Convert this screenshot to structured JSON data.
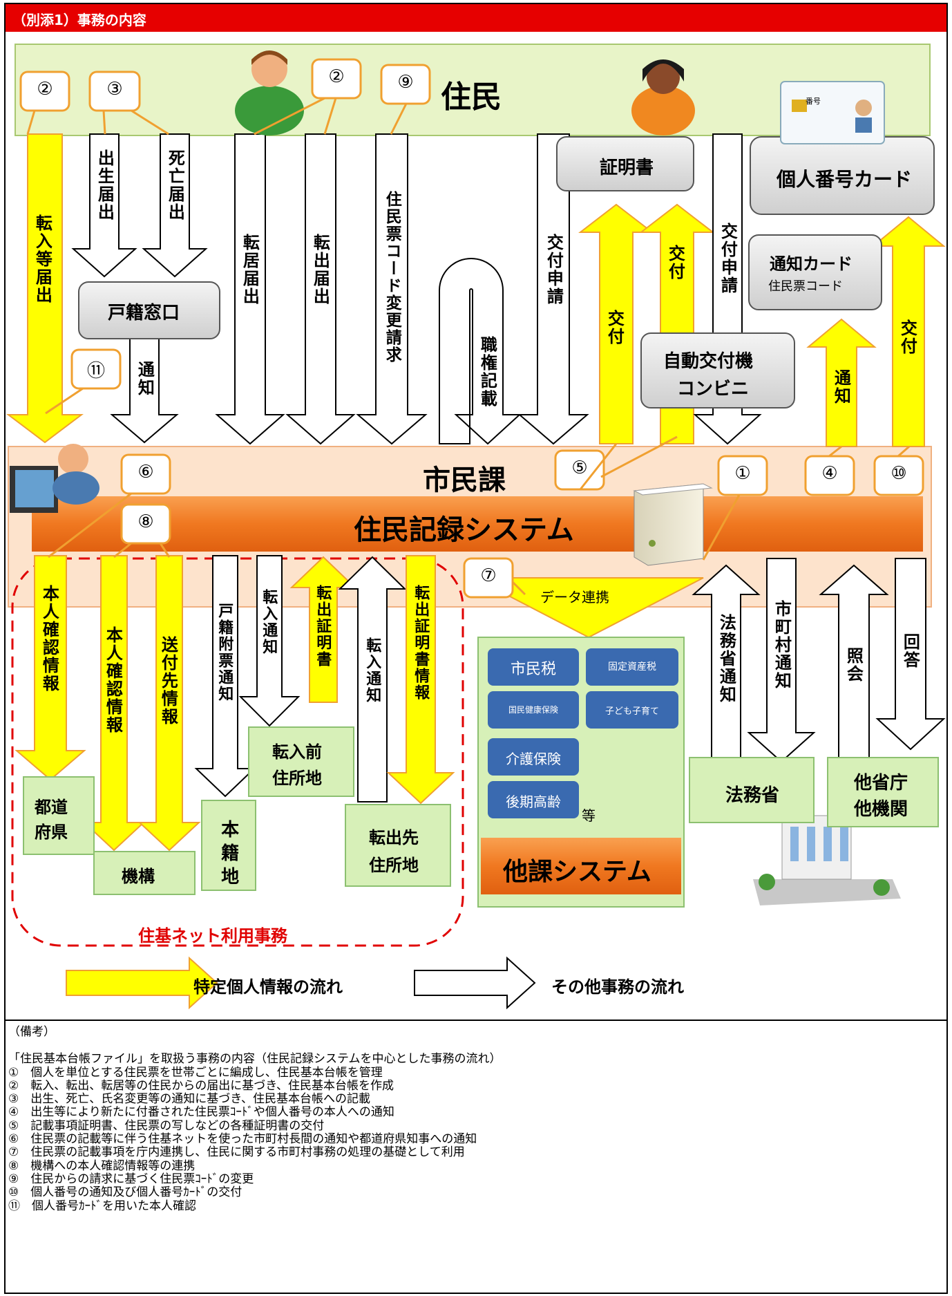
{
  "title": "（別添1）事務の内容",
  "residents_label": "住民",
  "shiminka_label": "市民課",
  "system_label": "住民記録システム",
  "koseki_window": "戸籍窓口",
  "certificate_box": "証明書",
  "mynumber_card_box": "個人番号カード",
  "notice_card_line1": "通知カード",
  "notice_card_line2": "住民票コード",
  "kiosk_line1": "自動交付機",
  "kiosk_line2": "コンビニ",
  "upper_arrows": {
    "tennyu": "転入等届出",
    "shussei": "出生届出",
    "shibou": "死亡届出",
    "tsuchi1": "通知",
    "tenkyo": "転居届出",
    "tenshutsu": "転出届出",
    "code_change": "住民票コード変更請求",
    "shokken": "職権記載",
    "kofu_shinsei1": "交付申請",
    "kofu1": "交付",
    "kofu2": "交付",
    "kofu_shinsei2": "交付申請",
    "tsuchi2": "通知",
    "kofu3": "交付"
  },
  "lower_arrows": {
    "honnin1": "本人確認情報",
    "honnin2": "本人確認情報",
    "sofusaki": "送付先情報",
    "koseki_fuhyo": "戸籍附票通知",
    "tennyu_tsuchi1": "転入通知",
    "tenshutsu_shomeisho": "転出証明書",
    "tennyu_tsuchi2": "転入通知",
    "tenshutsu_joho": "転出証明書情報",
    "data_renkei": "データ連携",
    "homusho_tsuchi": "法務省通知",
    "shichoson_tsuchi": "市町村通知",
    "shokai": "照会",
    "kaito": "回答"
  },
  "destinations": {
    "todofuken": "都道府県",
    "kikou": "機構",
    "honsekichi": "本籍地",
    "tennyumae_line1": "転入前",
    "tennyumae_line2": "住所地",
    "tenshutsusaki_line1": "転出先",
    "tenshutsusaki_line2": "住所地",
    "homusho": "法務省",
    "tashocho_line1": "他省庁",
    "tashocho_line2": "他機関"
  },
  "other_systems": {
    "items": [
      "市民税",
      "固定資産税",
      "国民健康保険",
      "子ども子育て",
      "介護保険",
      "後期高齢"
    ],
    "etc": "等",
    "label": "他課システム"
  },
  "juki_net_label": "住基ネット利用事務",
  "legend": {
    "specific": "特定個人情報の流れ",
    "other": "その他事務の流れ"
  },
  "markers": [
    "②",
    "③",
    "②",
    "⑨",
    "⑪",
    "⑤",
    "①",
    "④",
    "⑩",
    "⑥",
    "⑧",
    "⑦"
  ],
  "card_image_text": "番号",
  "notes": {
    "heading": "（備考）",
    "intro": "「住民基本台帳ファイル」を取扱う事務の内容（住民記録システムを中心とした事務の流れ）",
    "items": [
      "①　個人を単位とする住民票を世帯ごとに編成し、住民基本台帳を管理",
      "②　転入、転出、転居等の住民からの届出に基づき、住民基本台帳を作成",
      "③　出生、死亡、氏名変更等の通知に基づき、住民基本台帳への記載",
      "④　出生等により新たに付番された住民票ｺｰﾄﾞや個人番号の本人への通知",
      "⑤　記載事項証明書、住民票の写しなどの各種証明書の交付",
      "⑥　住民票の記載等に伴う住基ネットを使った市町村長間の通知や都道府県知事への通知",
      "⑦　住民票の記載事項を庁内連携し、住民に関する市町村事務の処理の基礎として利用",
      "⑧　機構への本人確認情報等の連携",
      "⑨　住民からの請求に基づく住民票ｺｰﾄﾞの変更",
      "⑩　個人番号の通知及び個人番号ｶｰﾄﾞの交付",
      "⑪　個人番号ｶｰﾄﾞを用いた本人確認"
    ]
  },
  "colors": {
    "title_red": "#e60000",
    "arrow_yellow": "#ffff00",
    "arrow_yellow_border": "#f0a030",
    "resident_green": "#e8f4c8",
    "shiminka_peach": "#fde3cc",
    "system_orange": "#f07820",
    "dest_green": "#d7f0b8",
    "dashed_red": "#e00000",
    "blue_box": "#3a6ab0"
  }
}
